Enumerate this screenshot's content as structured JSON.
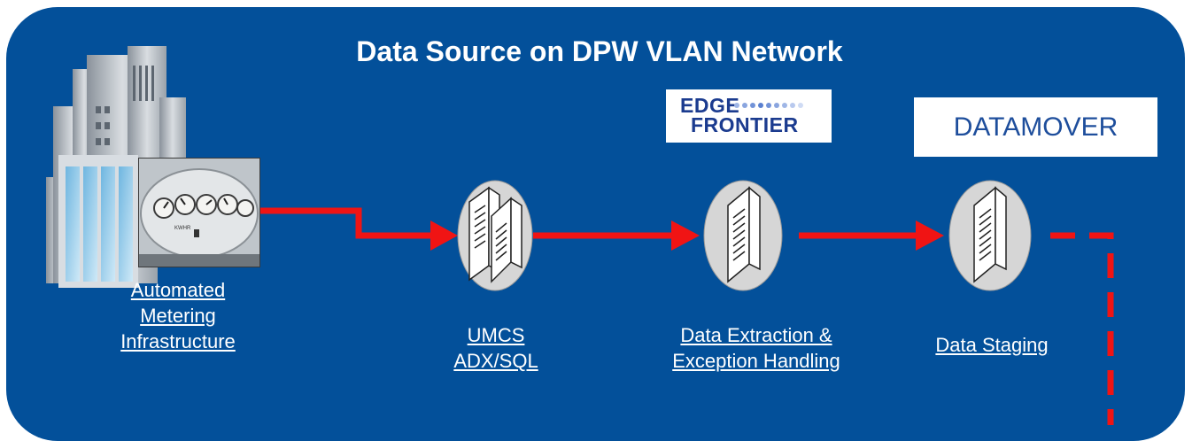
{
  "diagram": {
    "title": "Data Source on DPW VLAN Network",
    "nodes": {
      "ami": {
        "line1": "Automated",
        "line2": "Metering",
        "line3": "Infrastructure"
      },
      "umcs": {
        "line1": "UMCS ",
        "line2": "ADX/SQL"
      },
      "extraction": {
        "line1": "Data Extraction &",
        "line2": "Exception Handling"
      },
      "staging": {
        "line1": "Data Staging"
      }
    },
    "logos": {
      "edge_frontier": {
        "word1": "EDGE",
        "word2": "FRONTIER"
      },
      "datamover": "DATAMOVER"
    },
    "meter_face_text": "KWHR",
    "colors": {
      "panel": "#03509a",
      "arrow": "#f01414",
      "server_ellipse": "#d6d6d6",
      "logo_text": "#1b3b8f"
    }
  }
}
